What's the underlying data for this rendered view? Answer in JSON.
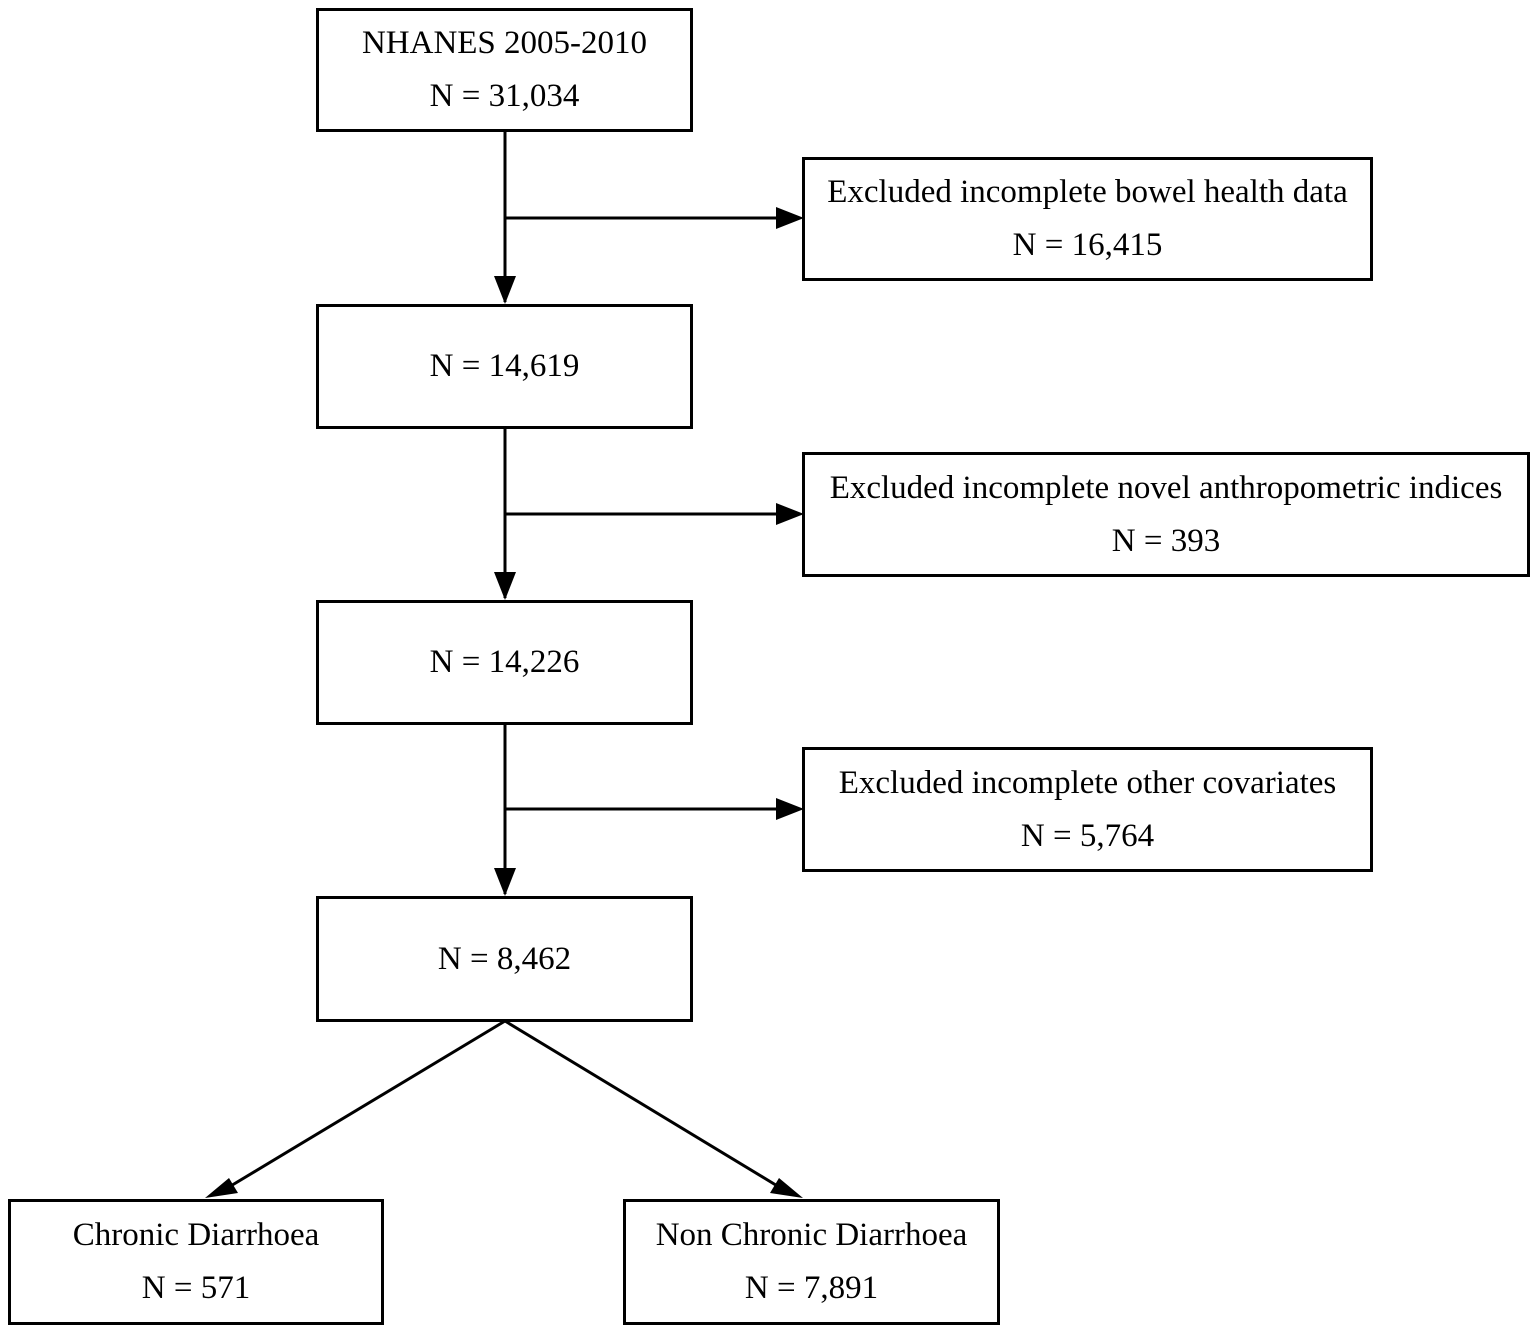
{
  "boxes": {
    "start": {
      "line1": "NHANES 2005-2010",
      "line2": "N = 31,034"
    },
    "excl_bowel": {
      "line1": "Excluded incomplete bowel health data",
      "line2": "N = 16,415"
    },
    "step2": {
      "line1": "N = 14,619"
    },
    "excl_anthro": {
      "line1": "Excluded incomplete novel anthropometric indices",
      "line2": "N = 393"
    },
    "step3": {
      "line1": "N = 14,226"
    },
    "excl_cov": {
      "line1": "Excluded incomplete other covariates",
      "line2": "N = 5,764"
    },
    "step4": {
      "line1": "N = 8,462"
    },
    "chronic": {
      "line1": "Chronic Diarrhoea",
      "line2": "N = 571"
    },
    "non_chronic": {
      "line1": "Non Chronic Diarrhoea",
      "line2": "N = 7,891"
    }
  },
  "colors": {
    "line": "#000000",
    "box_fill": "#ffffff"
  }
}
